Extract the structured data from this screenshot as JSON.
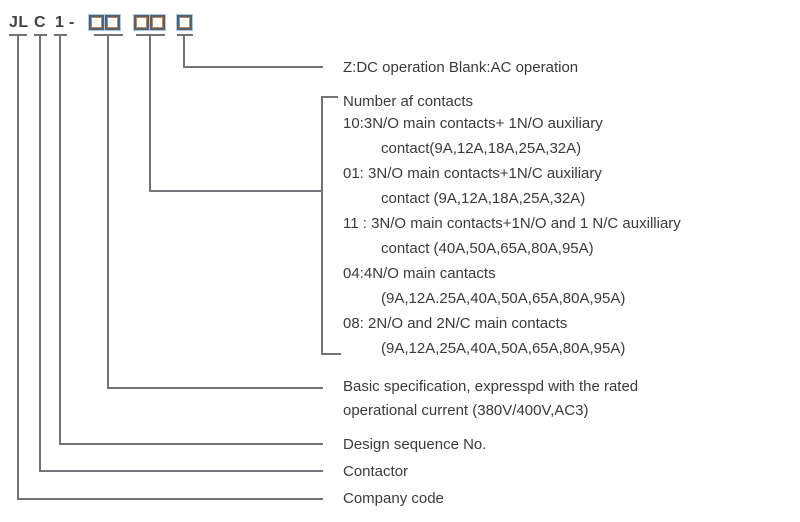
{
  "model": {
    "company_code": "JL",
    "contactor_code": "C",
    "design_no": "1",
    "separator": "-",
    "digit_placeholder": "",
    "box_groups": [
      2,
      2,
      1
    ]
  },
  "callouts": {
    "operation": "Z:DC operation Blank:AC operation",
    "contacts_header": "Number af contacts",
    "contact_options": [
      "10:3N/O main contacts+ 1N/O auxiliary",
      "contact(9A,12A,18A,25A,32A)",
      "01: 3N/O main contacts+1N/C auxiliary",
      "contact (9A,12A,18A,25A,32A)",
      "11 : 3N/O main contacts+1N/O and 1 N/C auxilliary",
      "contact (40A,50A,65A,80A,95A)",
      "04:4N/O main cantacts",
      "(9A,12A.25A,40A,50A,65A,80A,95A)",
      "08: 2N/O and 2N/C main contacts",
      "(9A,12A,25A,40A,50A,65A,80A,95A)"
    ],
    "basic_spec_line1": "Basic specification, expresspd with the rated",
    "basic_spec_line2": "operational current (380V/400V,AC3)",
    "design_sequence": "Design sequence No.",
    "contactor": "Contactor",
    "company_code": "Company code"
  },
  "colors": {
    "text": "#3a3a3a",
    "connector_line": "#707478",
    "box_border": "#566170",
    "box_inner_fringe": "#c08552",
    "box_outer_fringe": "#a9c9e6"
  }
}
